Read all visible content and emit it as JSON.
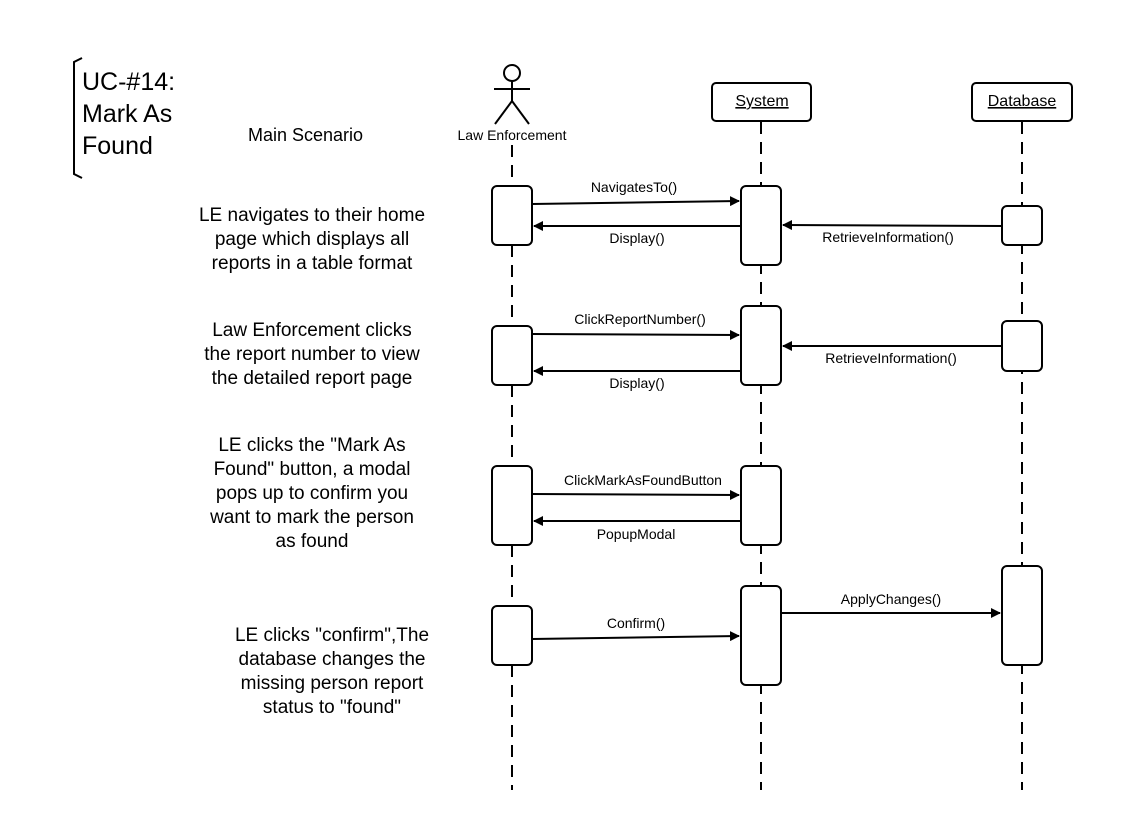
{
  "title": "UC-#14:\nMark As\nFound",
  "scenario_label": "Main Scenario",
  "actors": {
    "law_enforcement": "Law Enforcement",
    "system": "System",
    "database": "Database"
  },
  "steps": [
    "LE navigates to their home\npage which displays all\nreports in a table format",
    "Law Enforcement clicks\nthe report number to view\nthe detailed report page",
    "LE clicks the \"Mark As\nFound\" button, a modal\npops up to confirm you\nwant to mark the person\nas found",
    "LE clicks \"confirm\",The\ndatabase changes the\nmissing person report\nstatus to \"found\""
  ],
  "messages": [
    "NavigatesTo()",
    "Display()",
    "RetrieveInformation()",
    "ClickReportNumber()",
    "Display()",
    "RetrieveInformation()",
    "ClickMarkAsFoundButton",
    "PopupModal",
    "Confirm()",
    "ApplyChanges()"
  ]
}
